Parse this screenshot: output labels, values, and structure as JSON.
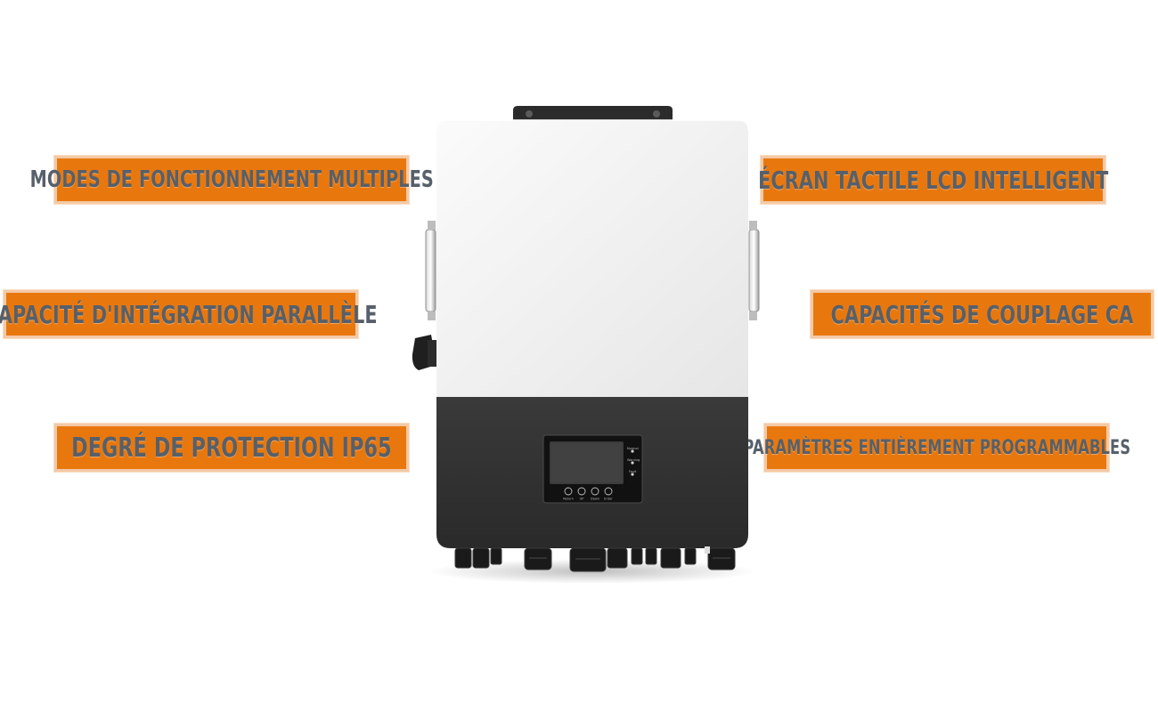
{
  "features": {
    "left": [
      "MODES DE FONCTIONNEMENT MULTIPLES",
      "CAPACITÉ D'INTÉGRATION PARALLÈLE",
      "DEGRÉ DE PROTECTION IP65"
    ],
    "right": [
      "ÉCRAN TACTILE LCD INTELLIGENT",
      "CAPACITÉS DE COUPLAGE CA",
      "PARAMÈTRES ENTIÈREMENT PROGRAMMABLES"
    ]
  },
  "device": {
    "buttons": [
      "Return",
      "UP",
      "Down",
      "Enter"
    ],
    "indicators": [
      "Normal",
      "Warning",
      "Fault"
    ]
  },
  "colors": {
    "label_bg": "#e8780e",
    "label_border": "#f4c9a6",
    "label_text": "#57606a",
    "body_white": "#f1f1f1",
    "body_dark": "#333333"
  }
}
